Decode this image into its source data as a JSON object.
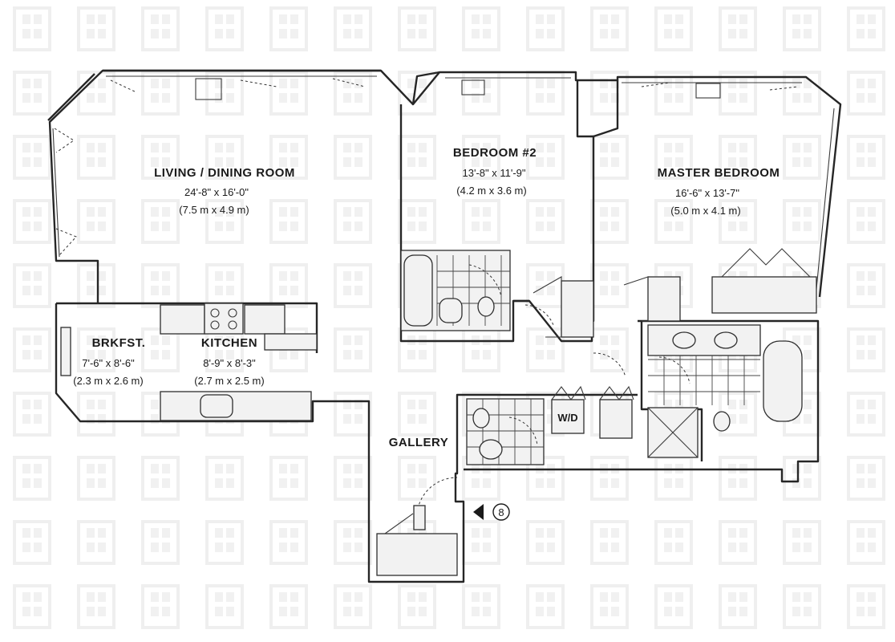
{
  "rooms": {
    "living": {
      "name": "LIVING / DINING ROOM",
      "dim_imperial": "24'-8\" x 16'-0\"",
      "dim_metric": "(7.5 m x 4.9 m)"
    },
    "bedroom2": {
      "name": "BEDROOM #2",
      "dim_imperial": "13'-8\" x 11'-9\"",
      "dim_metric": "(4.2 m x 3.6 m)"
    },
    "master": {
      "name": "MASTER BEDROOM",
      "dim_imperial": "16'-6\" x 13'-7\"",
      "dim_metric": "(5.0 m x 4.1 m)"
    },
    "breakfast": {
      "name": "BRKFST.",
      "dim_imperial": "7'-6\" x 8'-6\"",
      "dim_metric": "(2.3 m x 2.6 m)"
    },
    "kitchen": {
      "name": "KITCHEN",
      "dim_imperial": "8'-9\" x 8'-3\"",
      "dim_metric": "(2.7 m x 2.5 m)"
    },
    "gallery": {
      "name": "GALLERY"
    }
  },
  "labels": {
    "washer_dryer": "W/D",
    "entry_marker": "8"
  },
  "colors": {
    "line": "#262626",
    "watermark": "#eeeeee",
    "background": "#ffffff"
  },
  "watermark_icon": "building-h-logo"
}
